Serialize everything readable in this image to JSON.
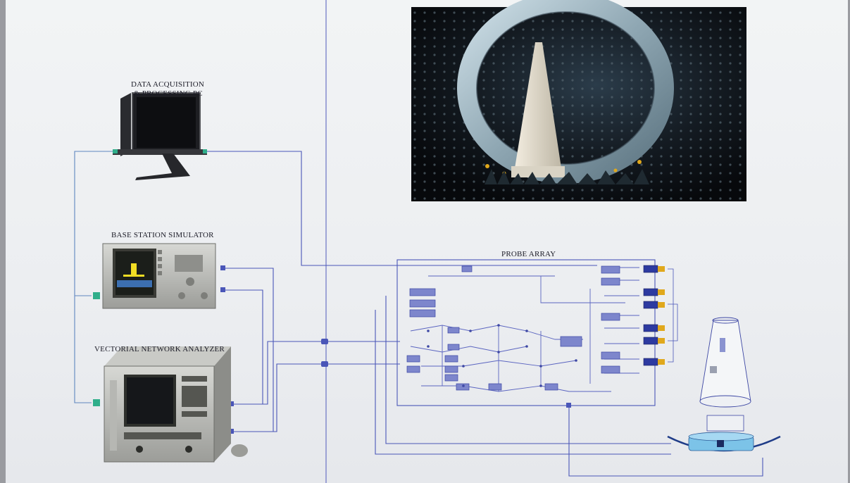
{
  "labels": {
    "pc_line1": "DATA ACQUISITION",
    "pc_line2": "& PROCESSING PC",
    "base_station": "BASE STATION SIMULATOR",
    "vna": "VECTORIAL NETWORK ANALYZER",
    "probe_array": "PROBE ARRAY"
  },
  "colors": {
    "wire": "#4a56b8",
    "chamber_bg": "#12161c",
    "equipment": "#a8a9a6",
    "connector_green": "#2fae8a",
    "probe_yellow": "#e0a81c"
  },
  "icons": {
    "pc": "monitor-icon",
    "base_station": "signal-analyzer-icon",
    "vna": "network-analyzer-icon",
    "chamber": "anechoic-chamber-photo",
    "probes": "probe-connector-icon",
    "dut": "device-under-test-cone-icon"
  }
}
